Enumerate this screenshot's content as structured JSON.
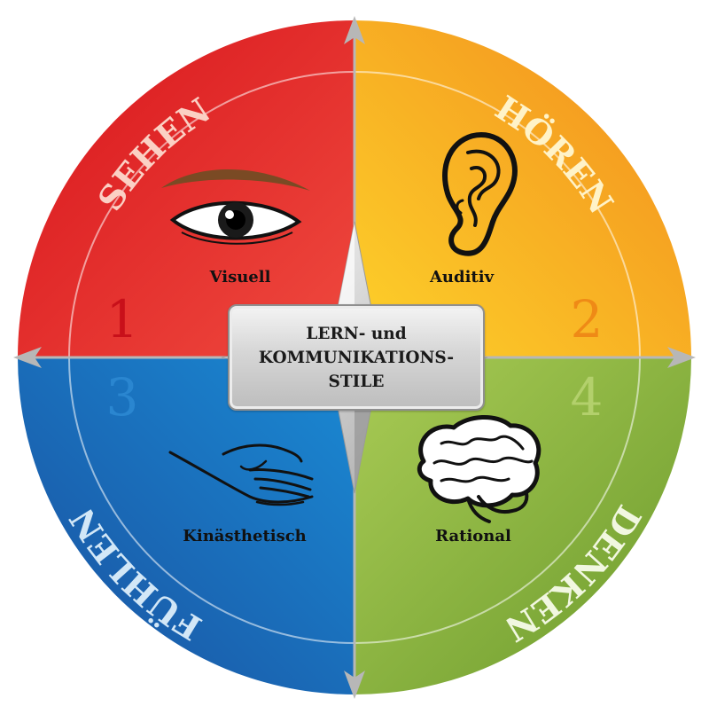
{
  "center_title": {
    "line1": "LERN- und",
    "line2": "KOMMUNIKATIONS-",
    "line3": "STILE"
  },
  "quadrants": [
    {
      "key": "sehen",
      "outer_label": "SEHEN",
      "number": "1",
      "label": "Visuell",
      "icon": "eye-icon",
      "color": "#e32426"
    },
    {
      "key": "hoeren",
      "outer_label": "HÖREN",
      "number": "2",
      "label": "Auditiv",
      "icon": "ear-icon",
      "color": "#f7a11a"
    },
    {
      "key": "fuehlen",
      "outer_label": "FÜHLEN",
      "number": "3",
      "label": "Kinästhetisch",
      "icon": "hand-icon",
      "color": "#1072b8"
    },
    {
      "key": "denken",
      "outer_label": "DENKEN",
      "number": "4",
      "label": "Rational",
      "icon": "brain-icon",
      "color": "#8cb33f"
    }
  ],
  "colors": {
    "arrow": "#b5b5b5",
    "ring": "#ffffff"
  }
}
